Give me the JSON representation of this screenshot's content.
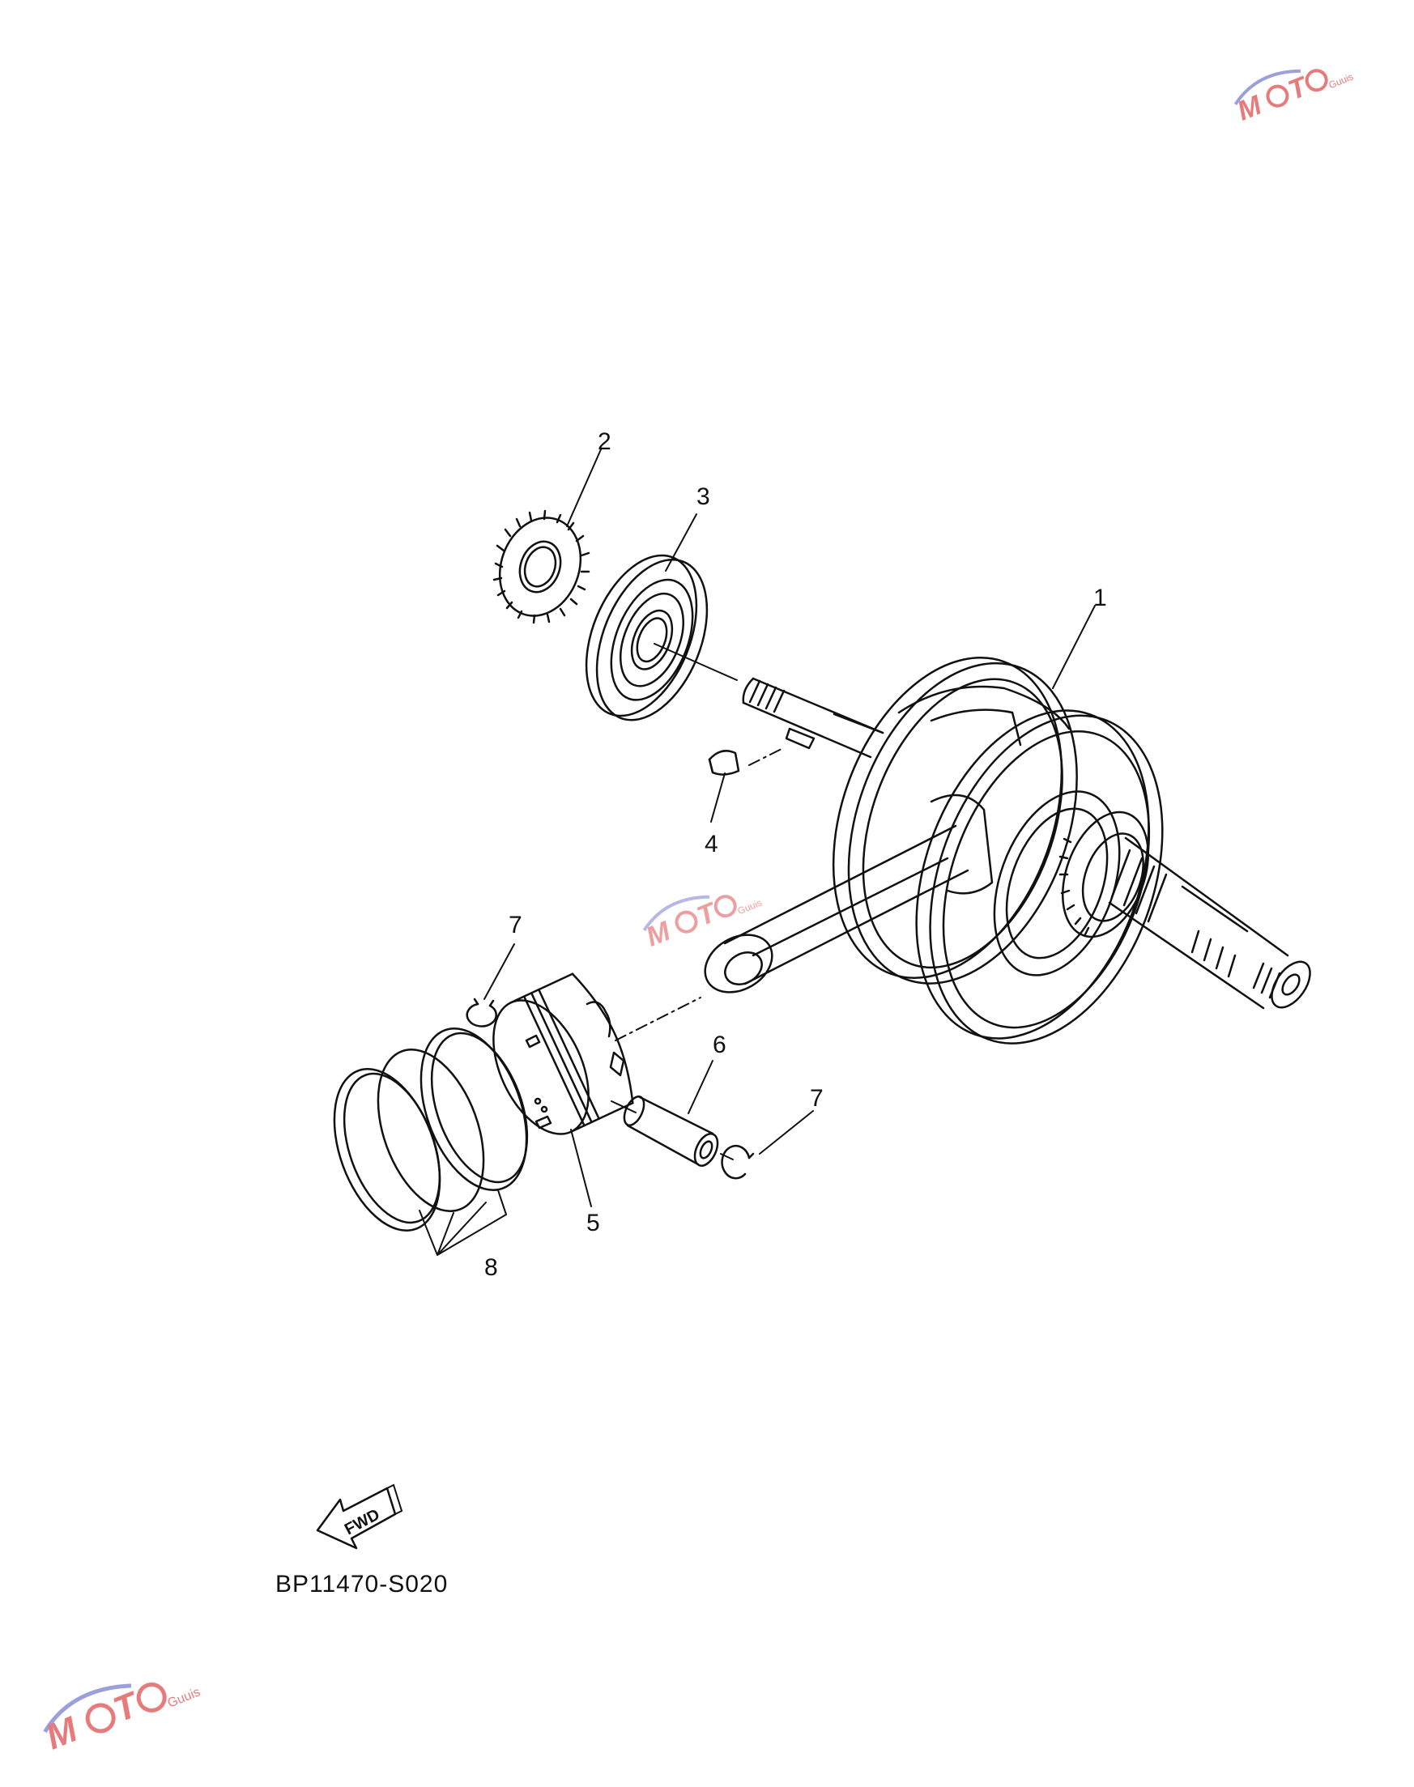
{
  "callouts": [
    {
      "id": "1",
      "label": "1"
    },
    {
      "id": "2",
      "label": "2"
    },
    {
      "id": "3",
      "label": "3"
    },
    {
      "id": "4",
      "label": "4"
    },
    {
      "id": "5",
      "label": "5"
    },
    {
      "id": "6",
      "label": "6"
    },
    {
      "id": "7a",
      "label": "7"
    },
    {
      "id": "7b",
      "label": "7"
    },
    {
      "id": "8",
      "label": "8"
    }
  ],
  "fwd_label": "FWD",
  "diagram_code": "BP11470-S020",
  "watermark": {
    "text": "MOTO",
    "subtext": "Guuis",
    "primary_color": "#e05050",
    "accent_color": "#7a7fd0"
  },
  "line_color": "#111111"
}
